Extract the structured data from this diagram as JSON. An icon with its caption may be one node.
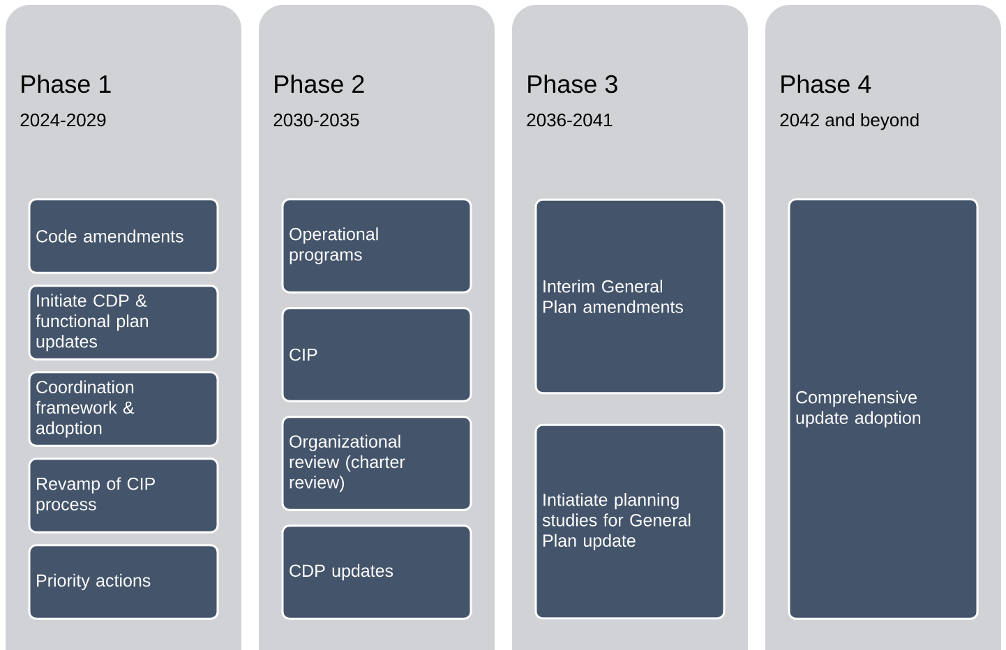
{
  "diagram": {
    "nodes": [
      {
        "text": [
          "Phase 1",
          "2024-2029"
        ]
      },
      {
        "text": [
          "Code amendments"
        ],
        "in": 0
      },
      {
        "text": [
          "Initiate CDP & functional plan updates"
        ],
        "in": 0
      },
      {
        "text": [
          "Coordination framework & adoption"
        ],
        "in": 0
      },
      {
        "text": [
          "Revamp of CIP process"
        ],
        "in": 0
      },
      {
        "text": [
          "Priority actions"
        ],
        "in": 0
      },
      {
        "text": [
          "Phase 2",
          "2030-2035"
        ]
      },
      {
        "text": [
          "Operational programs"
        ],
        "in": 6
      },
      {
        "text": [
          "CIP"
        ],
        "in": 6
      },
      {
        "text": [
          "Organizational review (charter review)"
        ],
        "in": 6
      },
      {
        "text": [
          "CDP updates"
        ],
        "in": 6
      },
      {
        "text": [
          "Phase 3",
          "2036-2041"
        ]
      },
      {
        "text": [
          "Interim General Plan amendments"
        ],
        "in": 11
      },
      {
        "text": [
          "Intiatiate planning studies for General Plan update"
        ],
        "in": 11
      },
      {
        "text": [
          "Phase 4",
          "2042 and beyond"
        ]
      },
      {
        "text": [
          "Comprehensive update adoption"
        ],
        "in": 14
      }
    ]
  }
}
